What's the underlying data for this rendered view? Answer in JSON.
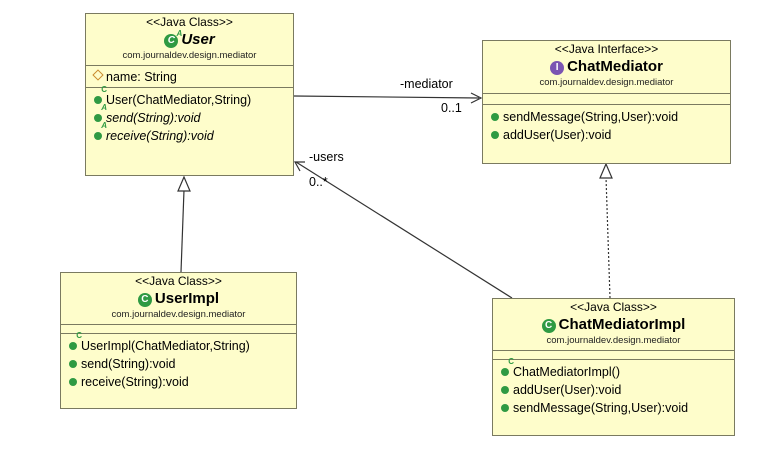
{
  "classes": {
    "user": {
      "stereotype": "<<Java Class>>",
      "icon": "abstract-class-icon",
      "name": "User",
      "package": "com.journaldev.design.mediator",
      "fields": [
        "name: String"
      ],
      "methods": [
        "User(ChatMediator,String)",
        "send(String):void",
        "receive(String):void"
      ]
    },
    "chat_mediator": {
      "stereotype": "<<Java Interface>>",
      "icon": "interface-icon",
      "name": "ChatMediator",
      "package": "com.journaldev.design.mediator",
      "methods": [
        "sendMessage(String,User):void",
        "addUser(User):void"
      ]
    },
    "user_impl": {
      "stereotype": "<<Java Class>>",
      "icon": "class-icon",
      "name": "UserImpl",
      "package": "com.journaldev.design.mediator",
      "methods": [
        "UserImpl(ChatMediator,String)",
        "send(String):void",
        "receive(String):void"
      ]
    },
    "chat_mediator_impl": {
      "stereotype": "<<Java Class>>",
      "icon": "class-icon",
      "name": "ChatMediatorImpl",
      "package": "com.journaldev.design.mediator",
      "methods": [
        "ChatMediatorImpl()",
        "addUser(User):void",
        "sendMessage(String,User):void"
      ]
    }
  },
  "associations": {
    "mediator": {
      "role": "-mediator",
      "multiplicity": "0..1"
    },
    "users": {
      "role": "-users",
      "multiplicity": "0..*"
    }
  },
  "icon_letters": {
    "class": "C",
    "interface": "I",
    "abstract_marker": "A",
    "constructor_marker": "C"
  },
  "colors": {
    "box_fill": "#fefdcb",
    "box_border": "#7a7a60",
    "method_dot": "#2f9a43",
    "interface_icon": "#7b55b2"
  }
}
